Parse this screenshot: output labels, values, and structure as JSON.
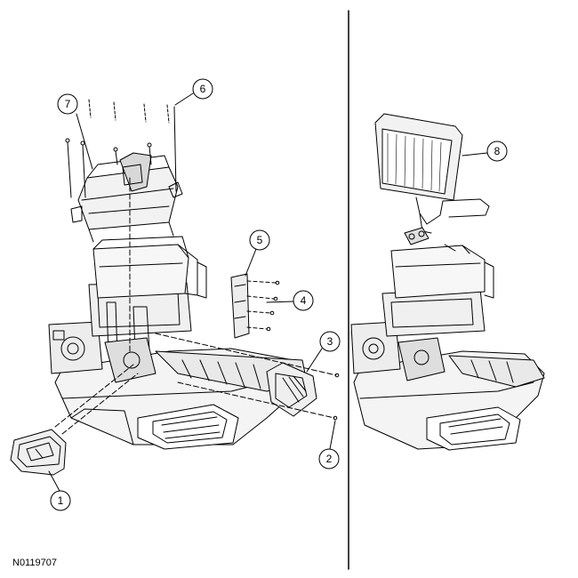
{
  "figure_id": "N0119707",
  "callouts": {
    "c1": "1",
    "c2": "2",
    "c3": "3",
    "c4": "4",
    "c5": "5",
    "c6": "6",
    "c7": "7",
    "c8": "8"
  }
}
